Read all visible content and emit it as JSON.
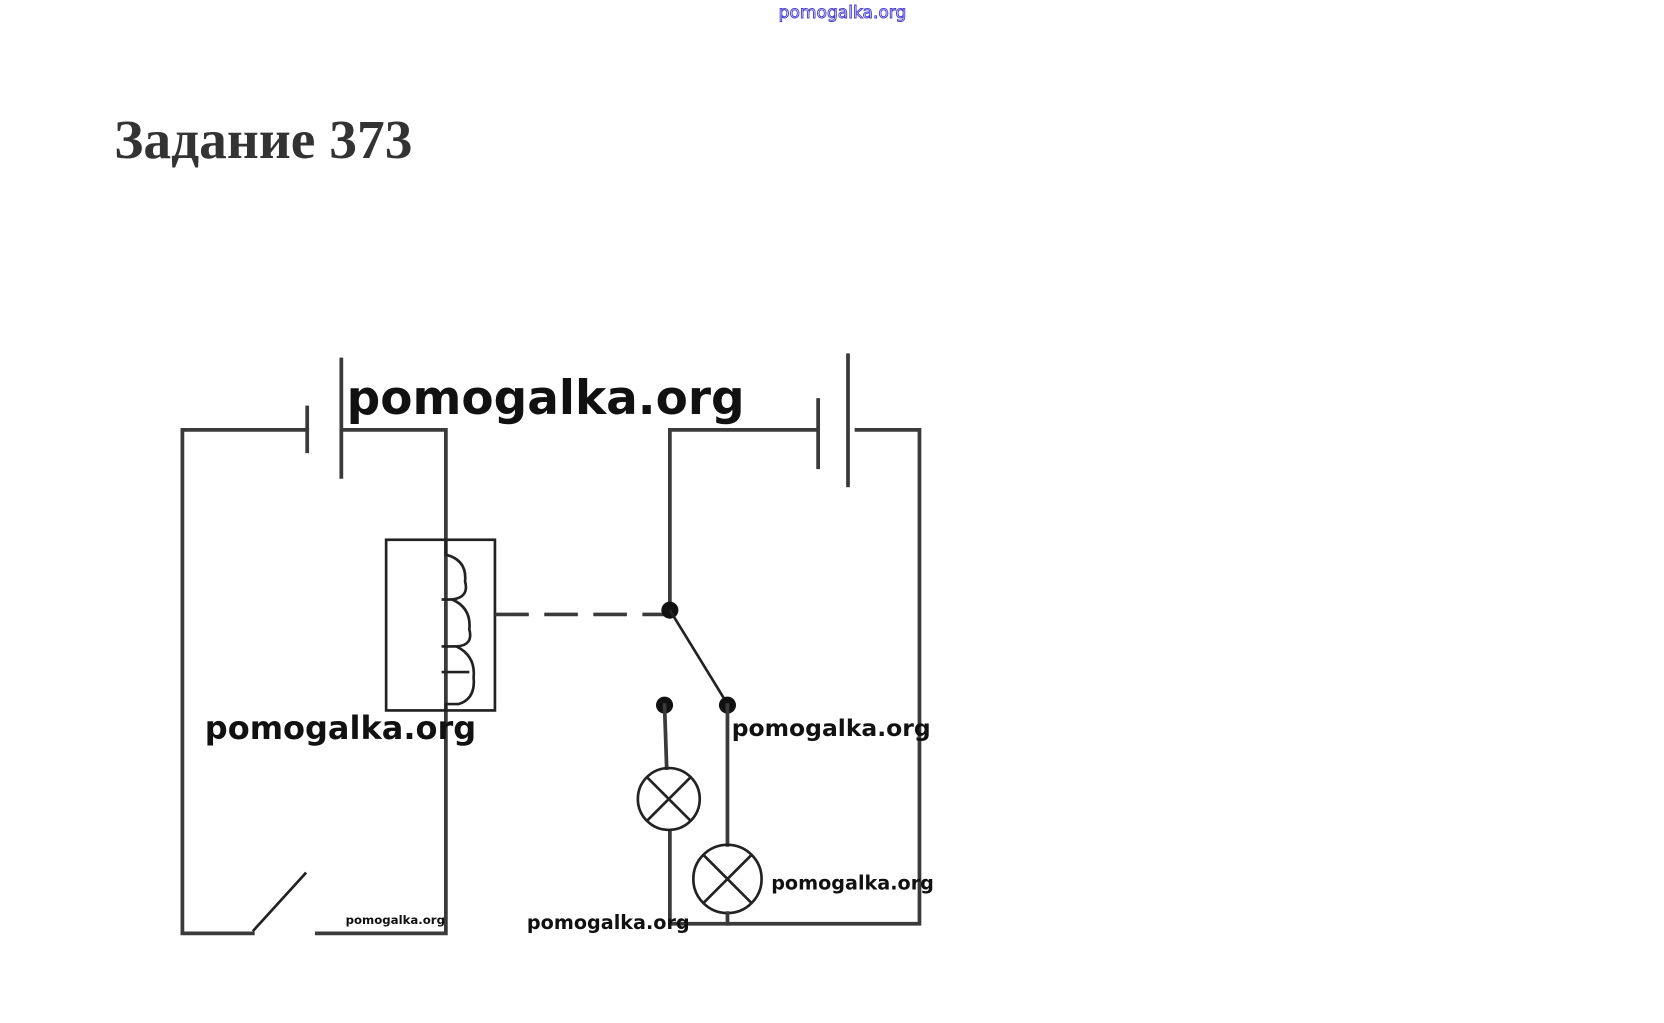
{
  "header": {
    "site_watermark": "pomogalka.org"
  },
  "title": "Задание 373",
  "diagram": {
    "watermarks": [
      "pomogalka.org",
      "pomogalka.org",
      "pomogalka.org",
      "pomogalka.org",
      "pomogalka.org",
      "pomogalka.org"
    ],
    "colors": {
      "wire": "#3a3a3a",
      "top_watermark": "#4a40d0"
    }
  }
}
